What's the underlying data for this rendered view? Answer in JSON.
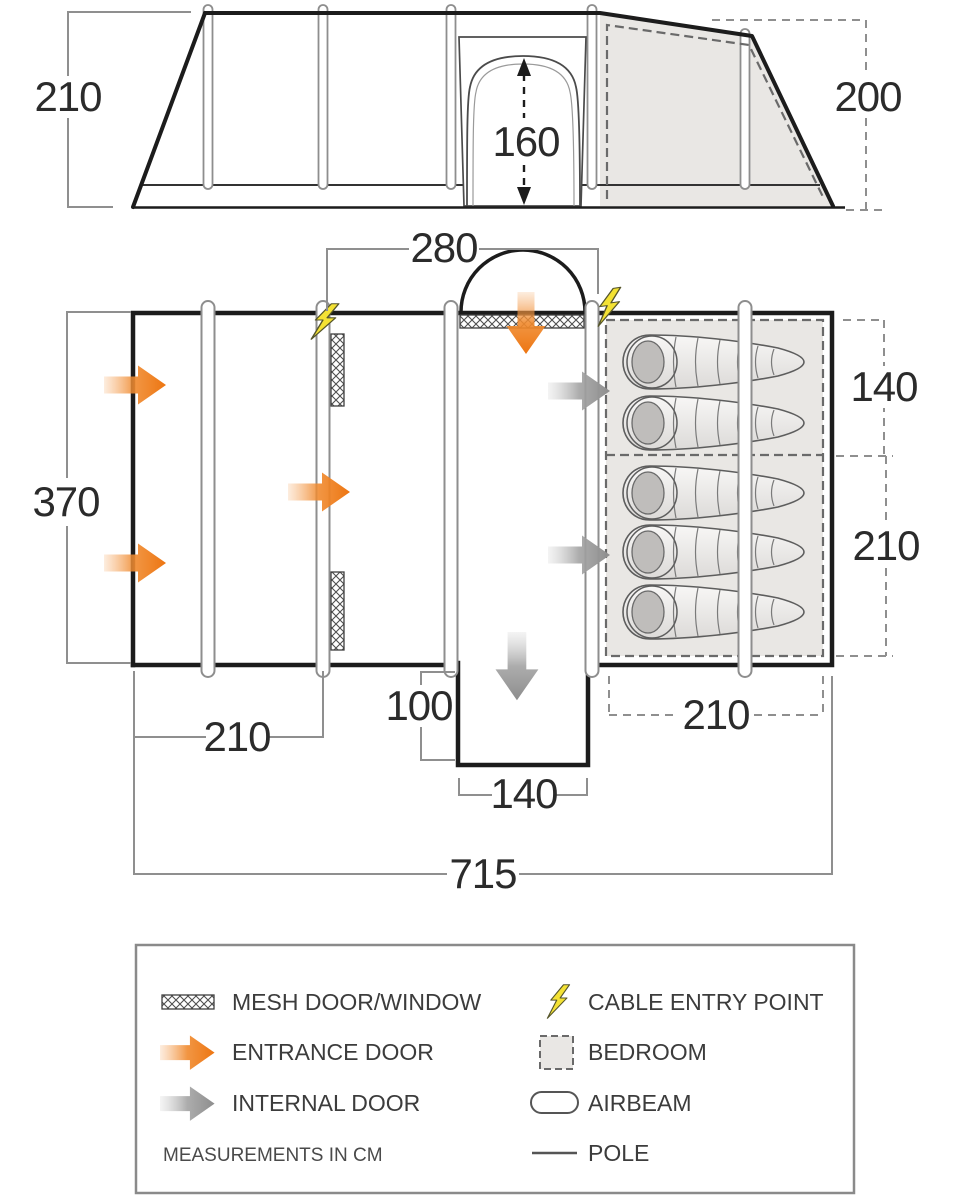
{
  "side_view": {
    "height_left": "210",
    "door_height": "160",
    "rear_height": "200"
  },
  "floor_plan": {
    "front_width": "280",
    "depth": "370",
    "bedroom_front_section": "140",
    "bedroom_rear_section": "210",
    "front_left_section": "210",
    "porch_depth": "100",
    "porch_width": "140",
    "bedroom_length": "210",
    "total_length": "715"
  },
  "legend": {
    "items_left": [
      {
        "icon": "mesh-swatch",
        "label": "MESH DOOR/WINDOW"
      },
      {
        "icon": "entrance-arrow",
        "label": "ENTRANCE DOOR"
      },
      {
        "icon": "internal-arrow",
        "label": "INTERNAL DOOR"
      }
    ],
    "items_right": [
      {
        "icon": "lightning",
        "label": "CABLE ENTRY POINT"
      },
      {
        "icon": "bedroom-swatch",
        "label": "BEDROOM"
      },
      {
        "icon": "airbeam-capsule",
        "label": "AIRBEAM"
      },
      {
        "icon": "pole-line",
        "label": "POLE"
      }
    ],
    "note": "MEASUREMENTS IN CM"
  },
  "colors": {
    "entrance_arrow": "#ed7511",
    "internal_arrow": "#8d8d8d",
    "cable_entry": "#f4e234",
    "bedroom_fill": "#e9e7e4",
    "outline": "#1c1c1c",
    "dimension_line": "#8f8f8f",
    "text": "#2b2b2b"
  }
}
